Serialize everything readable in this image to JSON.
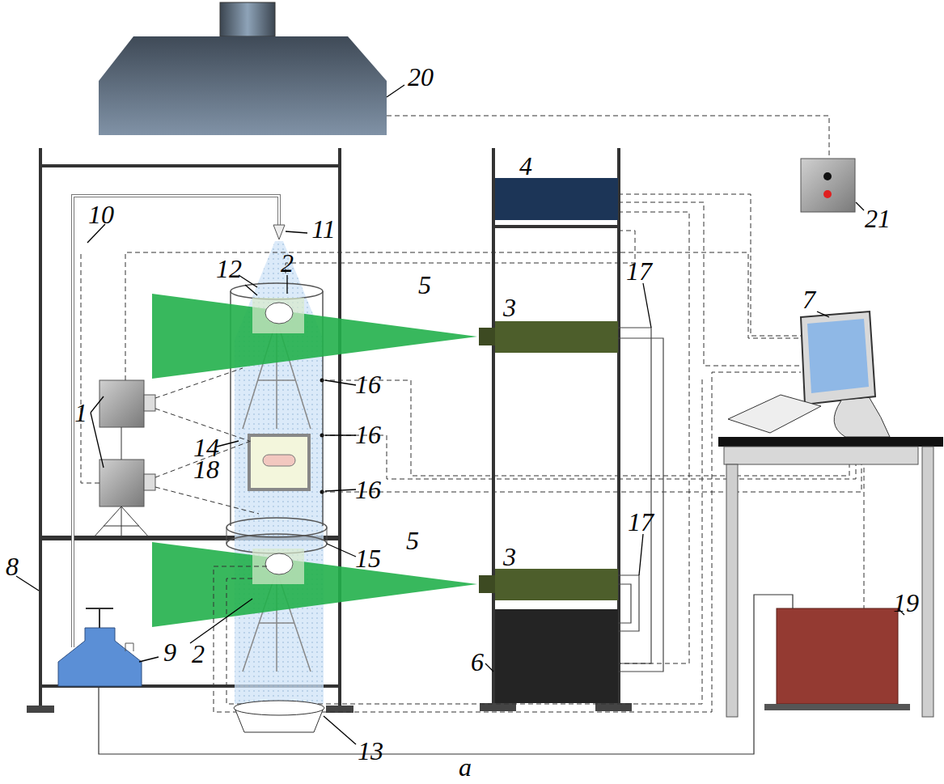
{
  "diagram": {
    "labels": [
      "20",
      "21",
      "4",
      "10",
      "11",
      "12",
      "2",
      "5",
      "3",
      "17",
      "7",
      "1",
      "16",
      "16",
      "14",
      "18",
      "16",
      "8",
      "15",
      "5",
      "3",
      "17",
      "2",
      "9",
      "6",
      "19",
      "13",
      "a"
    ]
  }
}
